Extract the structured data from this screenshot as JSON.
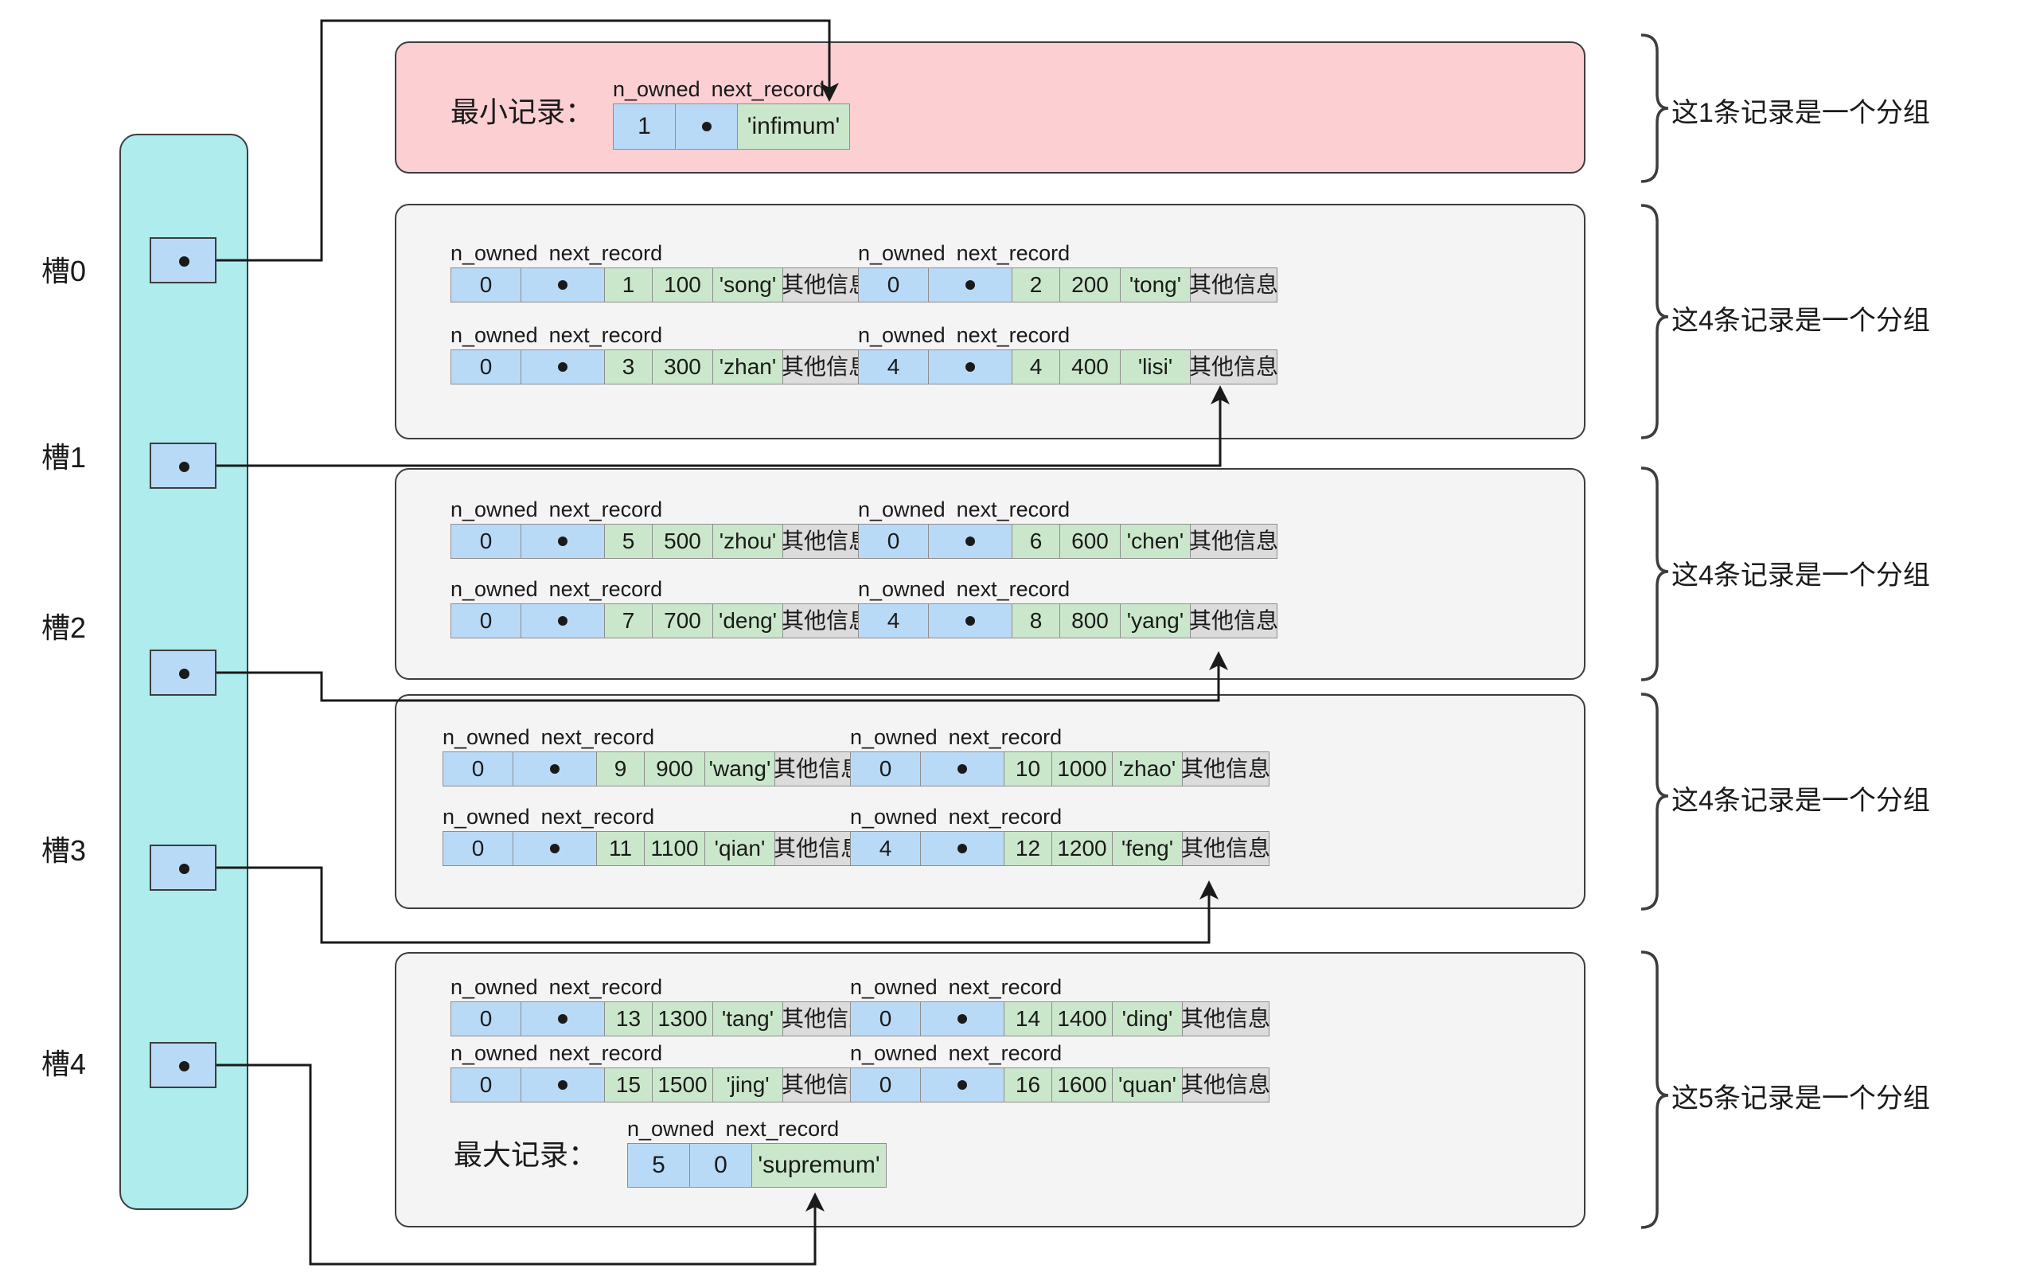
{
  "labels": {
    "n_owned": "n_owned",
    "next_record": "next_record",
    "other_info": "其他信息",
    "min_record": "最小记录：",
    "max_record": "最大记录："
  },
  "slots": [
    {
      "name": "槽0"
    },
    {
      "name": "槽1"
    },
    {
      "name": "槽2"
    },
    {
      "name": "槽3"
    },
    {
      "name": "槽4"
    }
  ],
  "groups": [
    {
      "id": "group-infimum",
      "kind": "pink",
      "annotation": "这1条记录是一个分组",
      "special_record": {
        "label": "最小记录：",
        "n_owned": "1",
        "next_record": "•",
        "text": "'infimum'"
      },
      "records": []
    },
    {
      "id": "group-1",
      "kind": "plain",
      "annotation": "这4条记录是一个分组",
      "records": [
        {
          "n_owned": "0",
          "next_record": "•",
          "id": "1",
          "num": "100",
          "name": "'song'",
          "other": "其他信息"
        },
        {
          "n_owned": "0",
          "next_record": "•",
          "id": "2",
          "num": "200",
          "name": "'tong'",
          "other": "其他信息"
        },
        {
          "n_owned": "0",
          "next_record": "•",
          "id": "3",
          "num": "300",
          "name": "'zhan'",
          "other": "其他信息"
        },
        {
          "n_owned": "4",
          "next_record": "•",
          "id": "4",
          "num": "400",
          "name": "'lisi'",
          "other": "其他信息"
        }
      ]
    },
    {
      "id": "group-2",
      "kind": "plain",
      "annotation": "这4条记录是一个分组",
      "records": [
        {
          "n_owned": "0",
          "next_record": "•",
          "id": "5",
          "num": "500",
          "name": "'zhou'",
          "other": "其他信息"
        },
        {
          "n_owned": "0",
          "next_record": "•",
          "id": "6",
          "num": "600",
          "name": "'chen'",
          "other": "其他信息"
        },
        {
          "n_owned": "0",
          "next_record": "•",
          "id": "7",
          "num": "700",
          "name": "'deng'",
          "other": "其他信息"
        },
        {
          "n_owned": "4",
          "next_record": "•",
          "id": "8",
          "num": "800",
          "name": "'yang'",
          "other": "其他信息"
        }
      ]
    },
    {
      "id": "group-3",
      "kind": "plain",
      "annotation": "这4条记录是一个分组",
      "records": [
        {
          "n_owned": "0",
          "next_record": "•",
          "id": "9",
          "num": "900",
          "name": "'wang'",
          "other": "其他信息"
        },
        {
          "n_owned": "0",
          "next_record": "•",
          "id": "10",
          "num": "1000",
          "name": "'zhao'",
          "other": "其他信息"
        },
        {
          "n_owned": "0",
          "next_record": "•",
          "id": "11",
          "num": "1100",
          "name": "'qian'",
          "other": "其他信息"
        },
        {
          "n_owned": "4",
          "next_record": "•",
          "id": "12",
          "num": "1200",
          "name": "'feng'",
          "other": "其他信息"
        }
      ]
    },
    {
      "id": "group-4",
      "kind": "plain",
      "annotation": "这5条记录是一个分组",
      "special_record": {
        "label": "最大记录：",
        "n_owned": "5",
        "next_record": "0",
        "text": "'supremum'"
      },
      "records": [
        {
          "n_owned": "0",
          "next_record": "•",
          "id": "13",
          "num": "1300",
          "name": "'tang'",
          "other": "其他信息"
        },
        {
          "n_owned": "0",
          "next_record": "•",
          "id": "14",
          "num": "1400",
          "name": "'ding'",
          "other": "其他信息"
        },
        {
          "n_owned": "0",
          "next_record": "•",
          "id": "15",
          "num": "1500",
          "name": "'jing'",
          "other": "其他信息"
        },
        {
          "n_owned": "0",
          "next_record": "•",
          "id": "16",
          "num": "1600",
          "name": "'quan'",
          "other": "其他信息"
        }
      ]
    }
  ],
  "colors": {
    "slot_panel": "#aeecee",
    "slot_box": "#b9daf7",
    "cell_blue": "#b9daf7",
    "cell_green": "#cbe7cb",
    "cell_grey": "#dcdcdc",
    "group_pink": "#fccfd3",
    "group_plain": "#f4f4f4",
    "stroke": "#3d3d3d"
  }
}
